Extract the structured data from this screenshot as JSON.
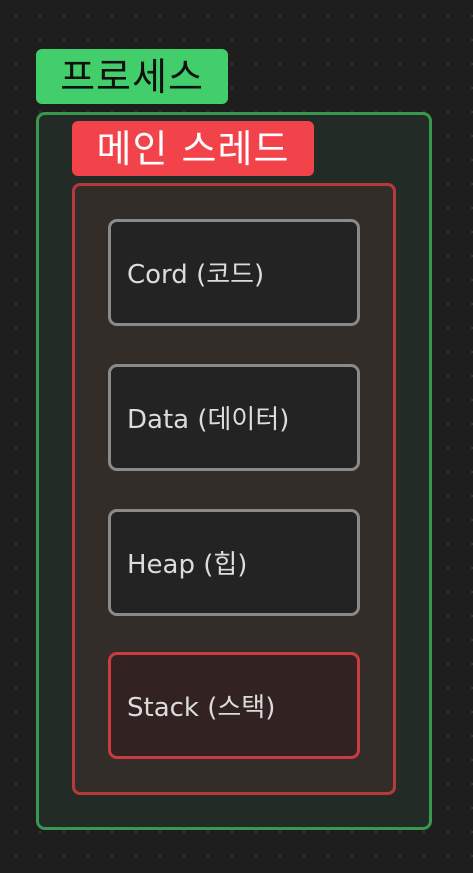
{
  "process": {
    "title": "프로세스",
    "accent_color": "#42cf6b"
  },
  "main_thread": {
    "title": "메인 스레드",
    "accent_color": "#f2434a"
  },
  "segments": [
    {
      "label": "Cord (코드)"
    },
    {
      "label": "Data (데이터)"
    },
    {
      "label": "Heap (힙)"
    },
    {
      "label": "Stack (스택)",
      "highlight_color": "#c93c40"
    }
  ]
}
